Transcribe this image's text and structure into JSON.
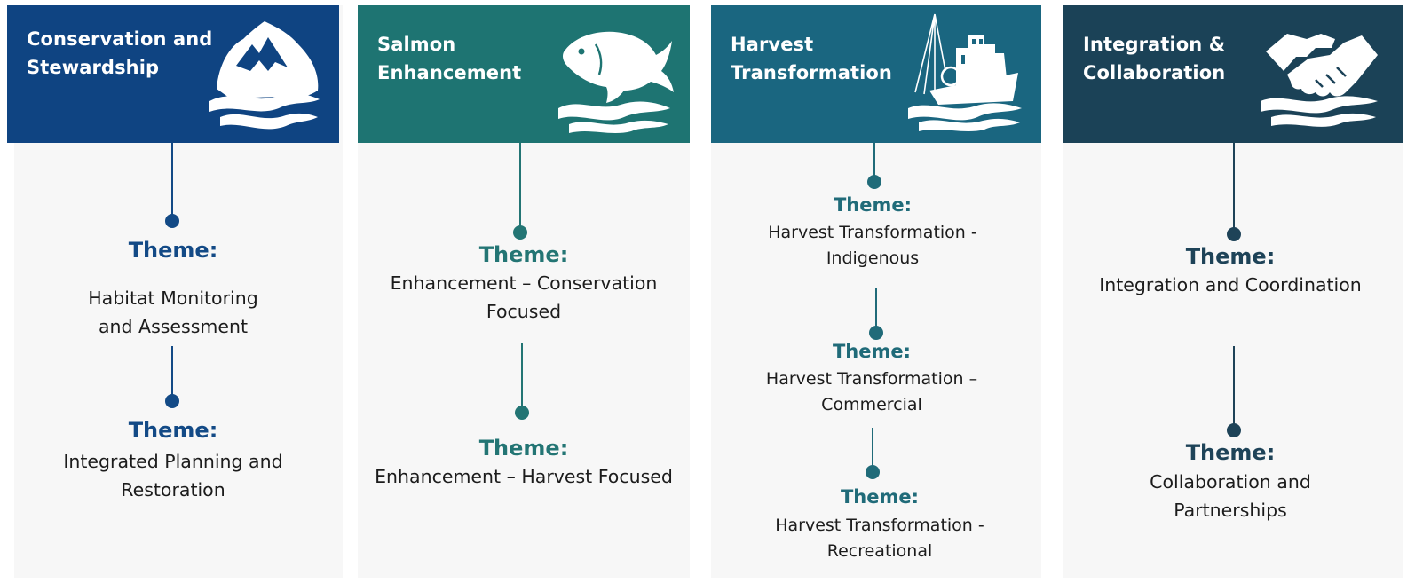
{
  "columns": [
    {
      "title": "Conservation  and\nStewardship",
      "icon": "mountain-icon",
      "header_color": "#0f4482",
      "accent": "#134a86",
      "themes": [
        {
          "label": "Theme:",
          "text": "Habitat Monitoring\nand Assessment"
        },
        {
          "label": "Theme:",
          "text": "Integrated Planning and\nRestoration"
        }
      ]
    },
    {
      "title": "Salmon\nEnhancement",
      "icon": "salmon-icon",
      "header_color": "#1e7472",
      "accent": "#237574",
      "themes": [
        {
          "label": "Theme:",
          "text": "Enhancement – Conservation\nFocused"
        },
        {
          "label": "Theme:",
          "text": "Enhancement – Harvest Focused"
        }
      ]
    },
    {
      "title": "Harvest\nTransformation",
      "icon": "fishing-boat-icon",
      "header_color": "#1a6680",
      "accent": "#206b79",
      "themes": [
        {
          "label": "Theme:",
          "text": "Harvest Transformation -\nIndigenous"
        },
        {
          "label": "Theme:",
          "text": "Harvest Transformation –\nCommercial"
        },
        {
          "label": "Theme:",
          "text": "Harvest Transformation -\nRecreational"
        }
      ]
    },
    {
      "title": "Integration &\nCollaboration",
      "icon": "handshake-icon",
      "header_color": "#1b4257",
      "accent": "#1e4358",
      "themes": [
        {
          "label": "Theme:",
          "text": "Integration and Coordination"
        },
        {
          "label": "Theme:",
          "text": "Collaboration and\nPartnerships"
        }
      ]
    }
  ]
}
